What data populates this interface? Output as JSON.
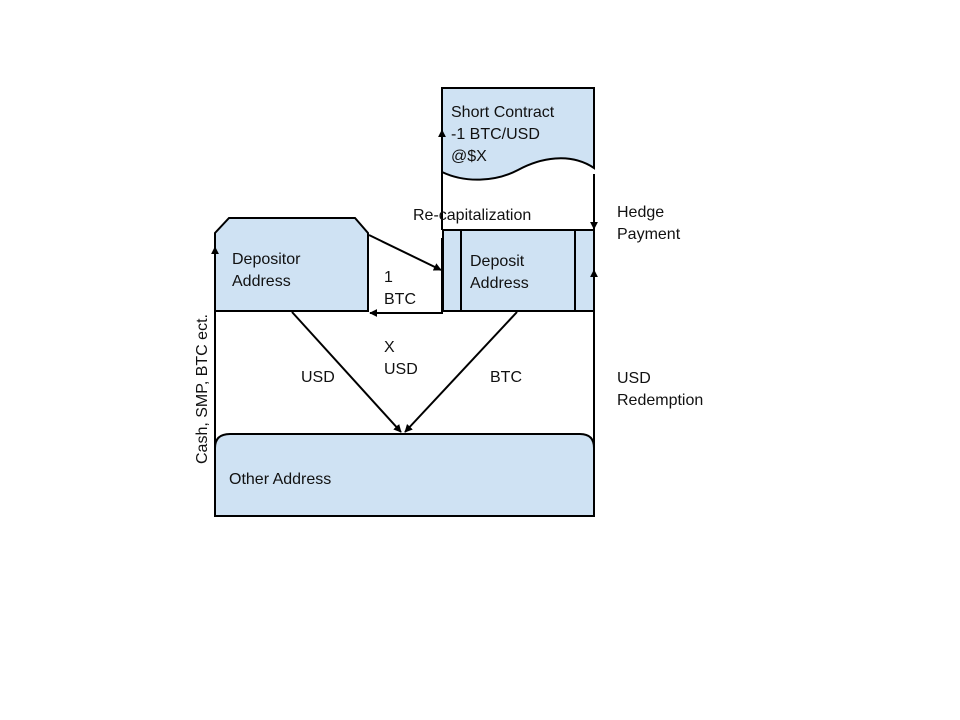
{
  "colors": {
    "node_fill": "#cfe2f3",
    "stroke": "#000000",
    "background": "#ffffff"
  },
  "nodes": {
    "short_contract": {
      "lines": [
        "Short Contract",
        "-1 BTC/USD",
        "@$X"
      ]
    },
    "depositor_address": {
      "lines": [
        "Depositor",
        "Address"
      ]
    },
    "deposit_address": {
      "lines": [
        "Deposit",
        "Address"
      ]
    },
    "other_address": {
      "lines": [
        "Other Address"
      ]
    }
  },
  "edge_labels": {
    "recapitalization": "Re-capitalization",
    "hedge_payment": [
      "Hedge",
      "Payment"
    ],
    "one_btc": [
      "1",
      "BTC"
    ],
    "x_usd": [
      "X",
      "USD"
    ],
    "usd": "USD",
    "btc": "BTC",
    "usd_redemption": [
      "USD",
      "Redemption"
    ],
    "cash_inputs": "Cash, SMP, BTC ect."
  }
}
